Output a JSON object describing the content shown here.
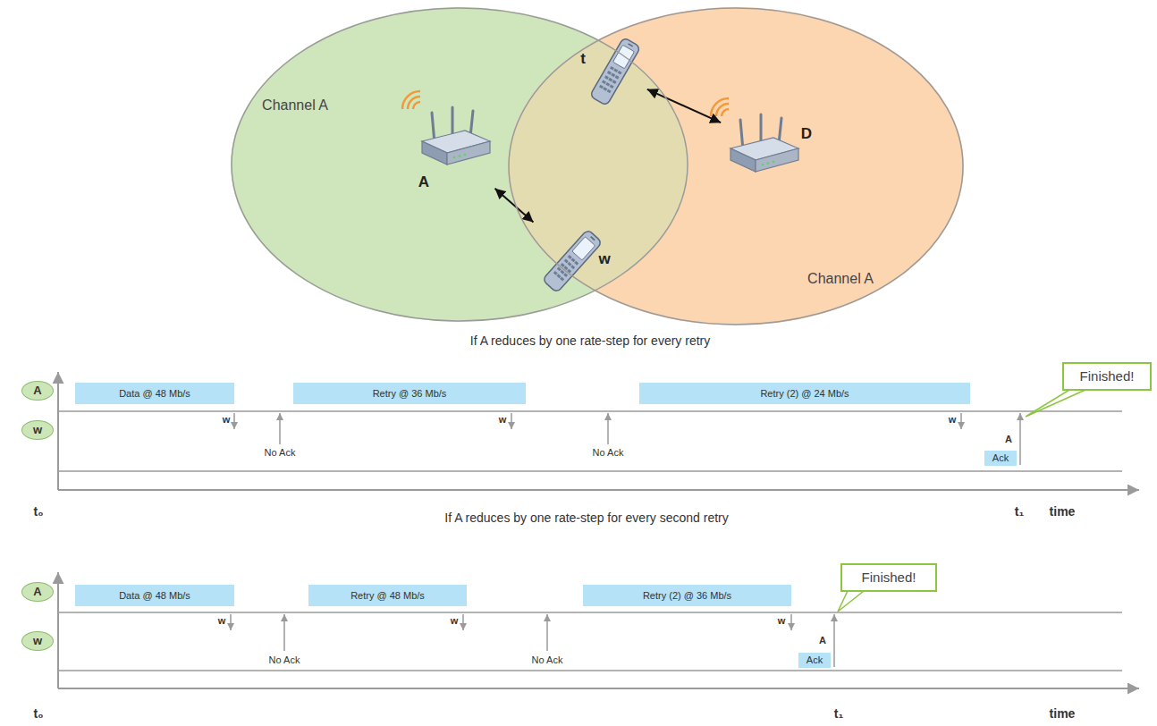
{
  "diagram": {
    "nodes": [
      {
        "text": [
          "Channel A"
        ]
      },
      {
        "text": [
          "A"
        ],
        "in": 0
      },
      {
        "text": [
          "t"
        ]
      },
      {
        "text": [
          "Channel A"
        ]
      },
      {
        "text": [
          "D"
        ],
        "in": 3
      },
      {
        "text": [
          "w"
        ]
      },
      {
        "text": [
          "A"
        ]
      },
      {
        "text": [
          "w"
        ]
      },
      {
        "text": [
          "Data @ 48 Mb/s"
        ]
      },
      {
        "text": [
          "Retry @ 36 Mb/s"
        ]
      },
      {
        "text": [
          "Retry (2) @ 24 Mb/s"
        ]
      },
      {
        "text": [
          "Finished!"
        ]
      },
      {
        "text": [
          "Ack"
        ]
      },
      {
        "text": [
          "A"
        ]
      },
      {
        "text": [
          "w"
        ]
      },
      {
        "text": [
          "Data @ 48 Mb/s"
        ]
      },
      {
        "text": [
          "Retry @ 48 Mb/s"
        ]
      },
      {
        "text": [
          "Retry (2) @ 36 Mb/s"
        ]
      },
      {
        "text": [
          "Finished!"
        ]
      },
      {
        "text": [
          "Ack"
        ]
      }
    ],
    "edges": [
      {
        "from": 1,
        "to": 5,
        "arrow": "both"
      },
      {
        "from": 2,
        "to": 4,
        "arrow": "both"
      }
    ],
    "labels": [
      "If A reduces by one rate-step for every retry",
      "w",
      "w",
      "w",
      "No Ack",
      "No Ack",
      "A",
      "t₀",
      "t₁",
      "time",
      "If A reduces by one rate-step for every second retry",
      "w",
      "w",
      "w",
      "No Ack",
      "No Ack",
      "A",
      "t₀",
      "t₁",
      "time"
    ]
  }
}
